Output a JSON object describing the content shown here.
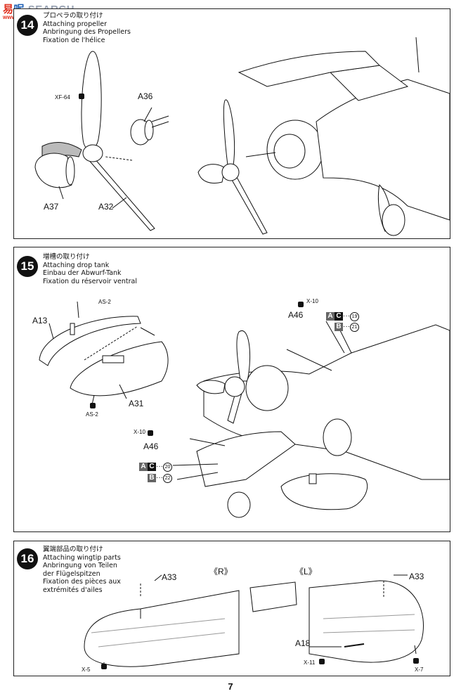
{
  "watermark": {
    "part1": "易",
    "part2": "呢",
    "part3": " SEARCH",
    "sub": "www.hobbysearch.cn"
  },
  "steps": [
    {
      "number": "14",
      "titles": [
        "プロペラの取り付け",
        "Attaching propeller",
        "Anbringung des Propellers",
        "Fixation de l'hélice"
      ]
    },
    {
      "number": "15",
      "titles": [
        "増槽の取り付け",
        "Attaching drop tank",
        "Einbau der Abwurf-Tank",
        "Fixation du réservoir ventral"
      ]
    },
    {
      "number": "16",
      "titles": [
        "翼端部品の取り付け",
        "Attaching wingtip parts",
        "Anbringung von Teilen",
        "der Flügelspitzen",
        "Fixation des pièces aux",
        "extrémités d'ailes"
      ]
    }
  ],
  "step14": {
    "xf": "XF-64",
    "a36": "A36",
    "a37": "A37",
    "a32": "A32"
  },
  "step15": {
    "as2a": "AS-2",
    "a13": "A13",
    "a31": "A31",
    "as2b": "AS-2",
    "x10a": "X-10",
    "a46a": "A46",
    "x10b": "X-10",
    "a46b": "A46",
    "codeA1": "A",
    "codeC1": "C",
    "dots1": "···",
    "num19": "19",
    "codeB1": "B",
    "dots2": "···",
    "num21": "21",
    "codeA2": "A",
    "codeC2": "C",
    "dots3": "···",
    "num20": "20",
    "codeB2": "B",
    "dots4": "···",
    "num22": "22"
  },
  "step16": {
    "r": "《R》",
    "l": "《L》",
    "a33a": "A33",
    "a33b": "A33",
    "x5": "X-5",
    "a18": "A18",
    "x11": "X-11",
    "x7": "X-7"
  },
  "page_number": "7"
}
